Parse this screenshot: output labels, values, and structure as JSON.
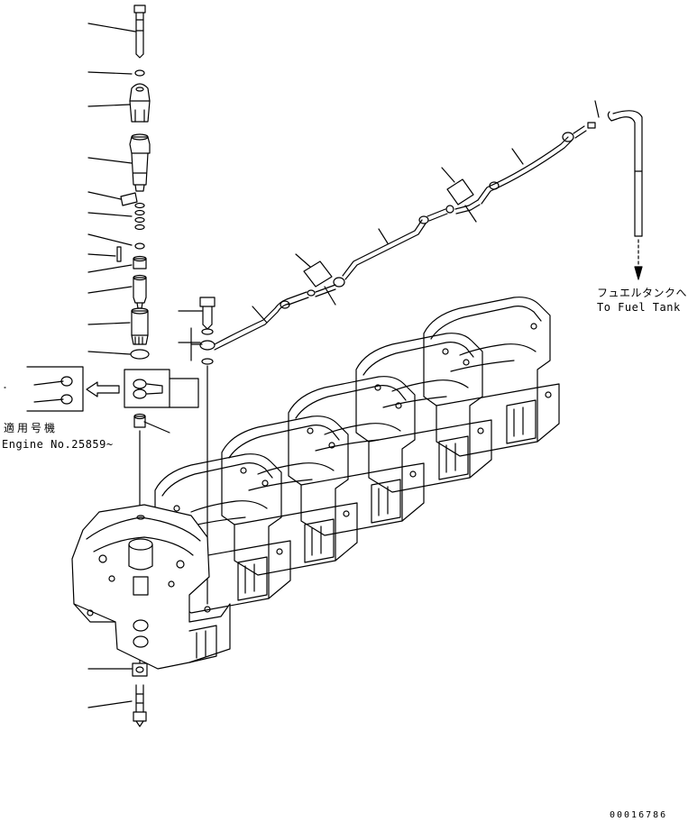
{
  "labels": {
    "fuel_tank_ja": "フュエルタンクへ",
    "fuel_tank_en": "To Fuel Tank",
    "engine_ja": "適用号機",
    "engine_en": "Engine No.25859~",
    "drawing_number": "00016786"
  }
}
